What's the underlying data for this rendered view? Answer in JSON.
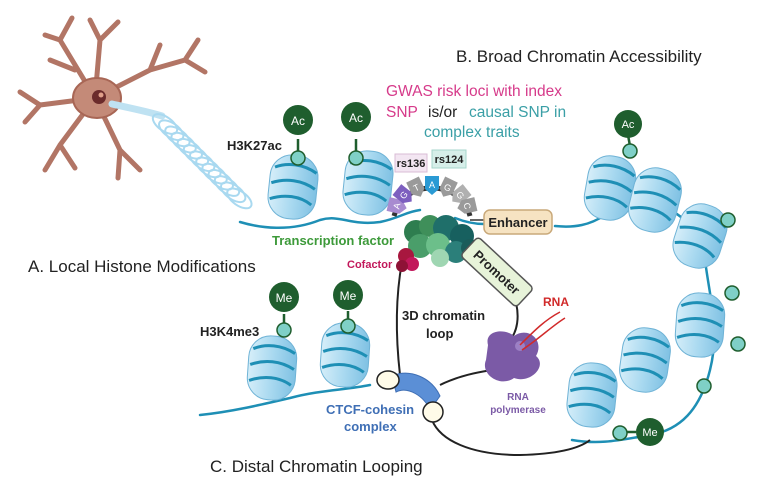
{
  "panels": {
    "a": "A. Local Histone Modifications",
    "b": "B. Broad Chromatin Accessibility",
    "c": "C. Distal Chromatin Looping"
  },
  "gwas": {
    "line1": "GWAS risk loci with index",
    "line2_a": "SNP",
    "line2_b": "is/or",
    "line2_c": "causal SNP in",
    "line3": "complex traits"
  },
  "snps": {
    "snp1": "rs136",
    "snp2": "rs124"
  },
  "bases": [
    "A",
    "G",
    "T",
    "A",
    "G",
    "G",
    "C"
  ],
  "marks": {
    "h3k27ac": "H3K27ac",
    "h3k4me3": "H3K4me3",
    "ac": "Ac",
    "me": "Me"
  },
  "labels": {
    "enhancer": "Enhancer",
    "promoter": "Promoter",
    "transcription_factor": "Transcription factor",
    "cofactor": "Cofactor",
    "loop_1": "3D chromatin",
    "loop_2": "loop",
    "rna": "RNA",
    "rnap_1": "RNA",
    "rnap_2": "polymerase",
    "ctcf_1": "CTCF-cohesin",
    "ctcf_2": "complex"
  },
  "colors": {
    "nucleosome": "#a9d9f0",
    "dna": "#1e8fb5",
    "mark_dark": "#1f5e2e",
    "connector": "#7fd0c7",
    "gwas_pink": "#d63a8a",
    "gwas_teal": "#3a9fa6",
    "tf_green": "#3d9a3a",
    "cofactor": "#c2185b",
    "rna": "#d12a2a",
    "polymerase": "#7b5aa6",
    "ctcf": "#3f6fb5",
    "enhancer_fill": "#f6e3c2",
    "promoter_fill": "#e7f3d9",
    "neuron": "#b27565"
  }
}
